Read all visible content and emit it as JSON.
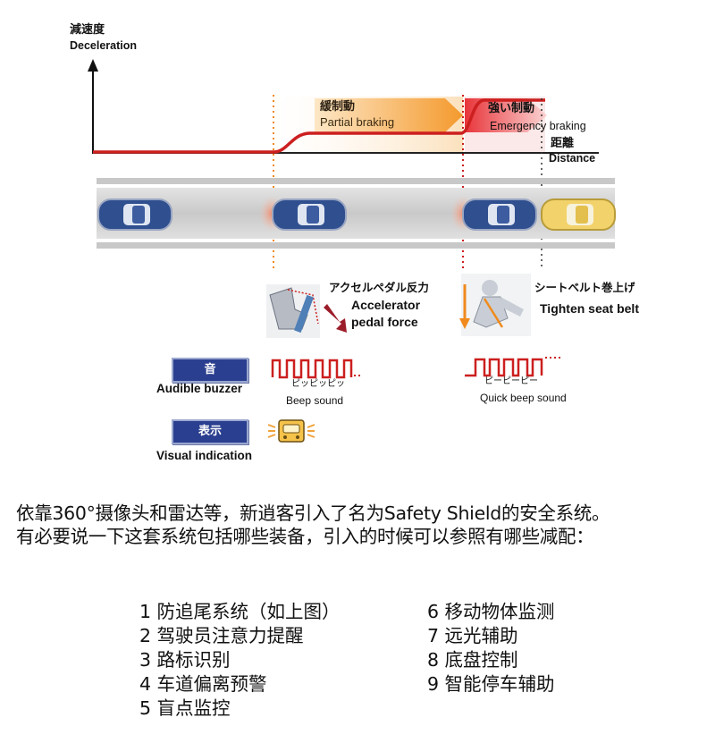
{
  "diagram": {
    "y_axis": {
      "label_jp": "減速度",
      "label_en": "Deceleration"
    },
    "x_axis": {
      "label_jp": "距離",
      "label_en": "Distance"
    },
    "phase_partial": {
      "label_jp": "緩制動",
      "label_en": "Partial braking"
    },
    "phase_emergency": {
      "label_jp": "強い制動",
      "label_en": "Emergency braking"
    },
    "accelerator": {
      "label_jp": "アクセルペダル反力",
      "label_en_1": "Accelerator",
      "label_en_2": "pedal force"
    },
    "seatbelt": {
      "label_jp": "シートベルト巻上げ",
      "label_en": "Tighten seat belt"
    },
    "audible": {
      "badge": "音",
      "label": "Audible buzzer"
    },
    "beep": {
      "label_jp": "ピッピッピッ",
      "label_en": "Beep sound"
    },
    "quick_beep": {
      "label_jp": "ピーピーピー",
      "label_en": "Quick beep sound"
    },
    "visual": {
      "badge": "表示",
      "label": "Visual indication"
    },
    "colors": {
      "red": "#cc1f1f",
      "orange": "#f5a33a",
      "car_blue": "#2f4f8f",
      "car_yellow": "#f2d26a",
      "badge_blue": "#2a3f8f"
    }
  },
  "article": {
    "line1": "依靠360°摄像头和雷达等，新逍客引入了名为Safety Shield的安全系统。",
    "line2": "有必要说一下这套系统包括哪些装备，引入的时候可以参照有哪些减配：",
    "features_left": [
      "1 防追尾系统（如上图）",
      "2 驾驶员注意力提醒",
      "3 路标识别",
      "4 车道偏离预警",
      "5 盲点监控"
    ],
    "features_right": [
      "6 移动物体监测",
      "7 远光辅助",
      "8 底盘控制",
      "9 智能停车辅助"
    ]
  }
}
